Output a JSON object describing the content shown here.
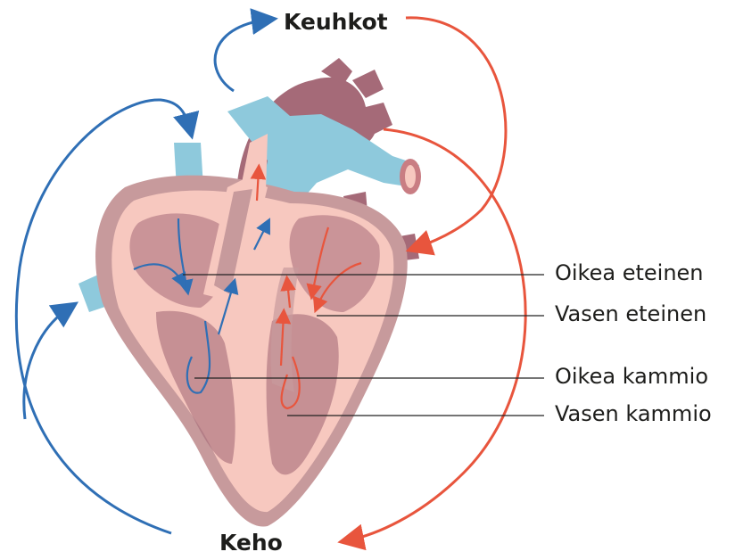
{
  "diagram": {
    "top_label": "Keuhkot",
    "bottom_label": "Keho",
    "labels": [
      "Oikea eteinen",
      "Vasen eteinen",
      "Oikea kammio",
      "Vasen kammio"
    ],
    "colors": {
      "deoxygenated": "#2f6fb5",
      "oxygenated": "#e8553d",
      "vessel_blue": "#8ec9dc",
      "heart_outer": "#c79a9c",
      "heart_inner": "#f7c8bf",
      "chamber": "#a56a78"
    }
  }
}
